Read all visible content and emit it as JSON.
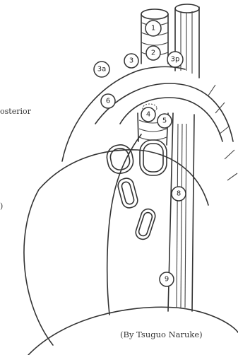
{
  "labels": {
    "side_left": "osterior",
    "side_lower": ")",
    "credit": "(By Tsuguo Naruke)"
  },
  "stations": [
    "1",
    "2",
    "3",
    "3p",
    "3a",
    "6",
    "4",
    "5",
    "8",
    "9"
  ]
}
